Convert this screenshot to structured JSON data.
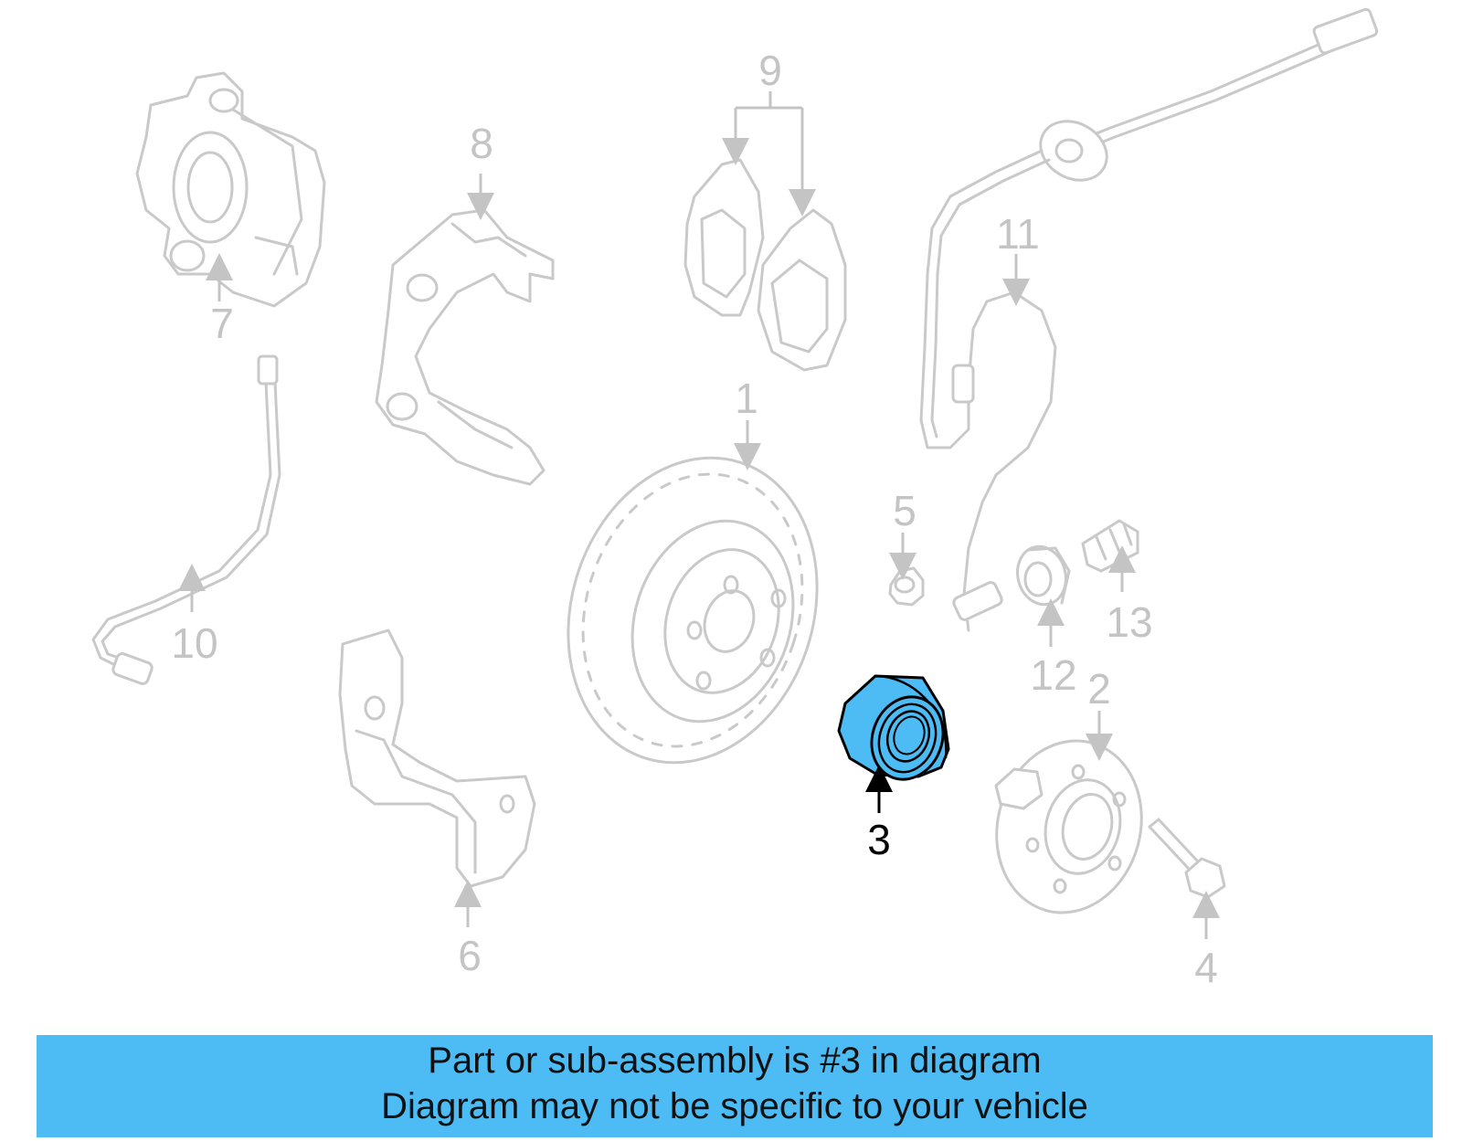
{
  "diagram": {
    "highlighted_part": "3",
    "highlight_color": "#4DBCF5",
    "ghost_color": "#C9C9C9",
    "callouts": {
      "c1": "1",
      "c2": "2",
      "c3": "3",
      "c4": "4",
      "c5": "5",
      "c6": "6",
      "c7": "7",
      "c8": "8",
      "c9": "9",
      "c10": "10",
      "c11": "11",
      "c12": "12",
      "c13": "13"
    }
  },
  "banner": {
    "background": "#4DBCF5",
    "line1": "Part or sub-assembly is #3 in diagram",
    "line2": "Diagram may not be specific to your vehicle"
  }
}
